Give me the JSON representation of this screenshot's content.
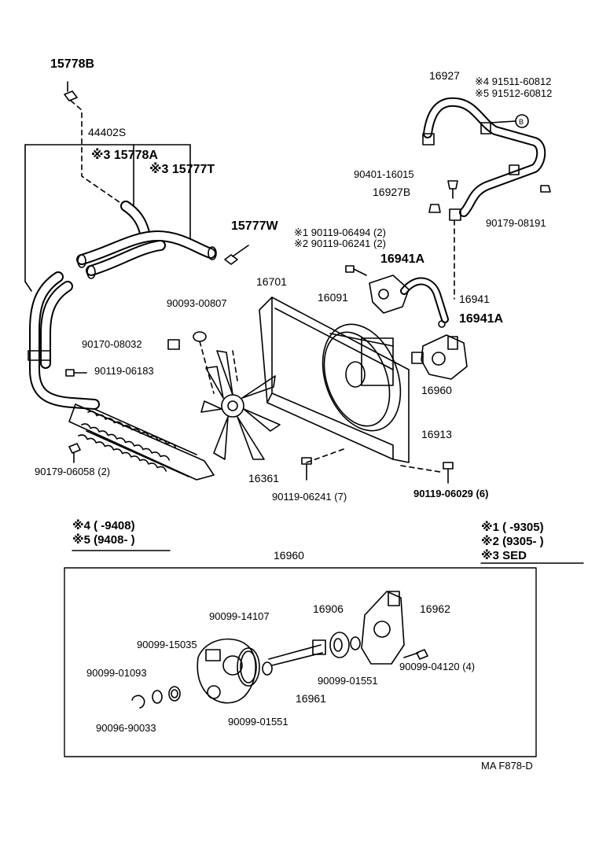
{
  "labels": {
    "p15778B": "15778B",
    "p44402S": "44402S",
    "p15778A": "※3 15778A",
    "p15777T": "※3 15777T",
    "p15777W": "15777W",
    "p16927": "16927",
    "p91511": "※4 91511-60812",
    "p91512": "※5 91512-60812",
    "p90401": "90401-16015",
    "p16927B": "16927B",
    "p90179_08191": "90179-08191",
    "p90119_06494": "※1 90119-06494 (2)",
    "p90119_06241a": "※2 90119-06241 (2)",
    "p16941A_top": "16941A",
    "p16701": "16701",
    "p16091": "16091",
    "p16941": "16941",
    "p16941A_bot": "16941A",
    "p90093": "90093-00807",
    "p90170": "90170-08032",
    "p90119_06183": "90119-06183",
    "p16960_top": "16960",
    "p16913": "16913",
    "p90179_06058": "90179-06058 (2)",
    "p16361": "16361",
    "p90119_06241b": "90119-06241 (7)",
    "p90119_06029": "90119-06029 (6)",
    "p16960_box": "16960",
    "p90099_14107": "90099-14107",
    "p16906": "16906",
    "p16962": "16962",
    "p90099_15035": "90099-15035",
    "p90099_01093": "90099-01093",
    "p90099_01551a": "90099-01551",
    "p90099_04120": "90099-04120 (4)",
    "p16961": "16961",
    "p90096": "90096-90033",
    "p90099_01551b": "90099-01551",
    "footer": "MA   F878-D"
  },
  "legend_left": {
    "row4": "※4 (        -9408)",
    "row5": "※5 (9408-        )"
  },
  "legend_right": {
    "row1": "※1 (        -9305)",
    "row2": "※2 (9305-        )",
    "row3": "※3 SED"
  }
}
